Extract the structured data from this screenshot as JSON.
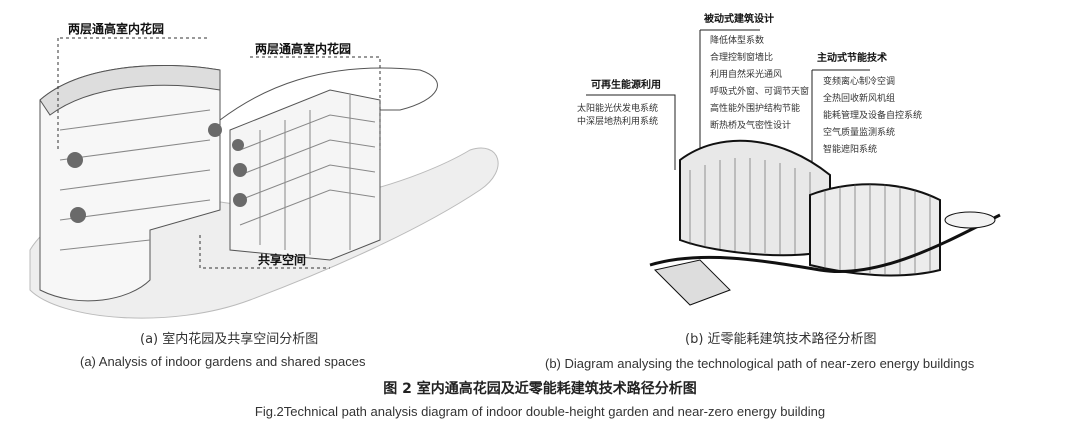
{
  "panel_a": {
    "labels": [
      "两层通高室内花园",
      "两层通高室内花园",
      "共享空间"
    ],
    "caption_cn": "(a)  室内花园及共享空间分析图",
    "caption_en": "(a) Analysis of indoor gardens and shared spaces"
  },
  "panel_b": {
    "passive": {
      "title": "被动式建筑设计",
      "items": [
        "降低体型系数",
        "合理控制窗墙比",
        "利用自然采光通风",
        "呼吸式外窗、可调节天窗",
        "高性能外围护结构节能",
        "断热桥及气密性设计"
      ]
    },
    "active": {
      "title": "主动式节能技术",
      "items": [
        "变频离心制冷空调",
        "全热回收新风机组",
        "能耗管理及设备自控系统",
        "空气质量监测系统",
        "智能遮阳系统"
      ]
    },
    "renewable": {
      "title": "可再生能源利用",
      "items": [
        "太阳能光伏发电系统",
        "中深层地热利用系统"
      ]
    },
    "caption_cn": "(b)  近零能耗建筑技术路径分析图",
    "caption_en": "(b) Diagram analysing the technological path of near-zero energy buildings"
  },
  "figure": {
    "title_cn": "图 2   室内通高花园及近零能耗建筑技术路径分析图",
    "title_en": "Fig.2Technical path analysis diagram of indoor double-height garden and near-zero energy building"
  }
}
